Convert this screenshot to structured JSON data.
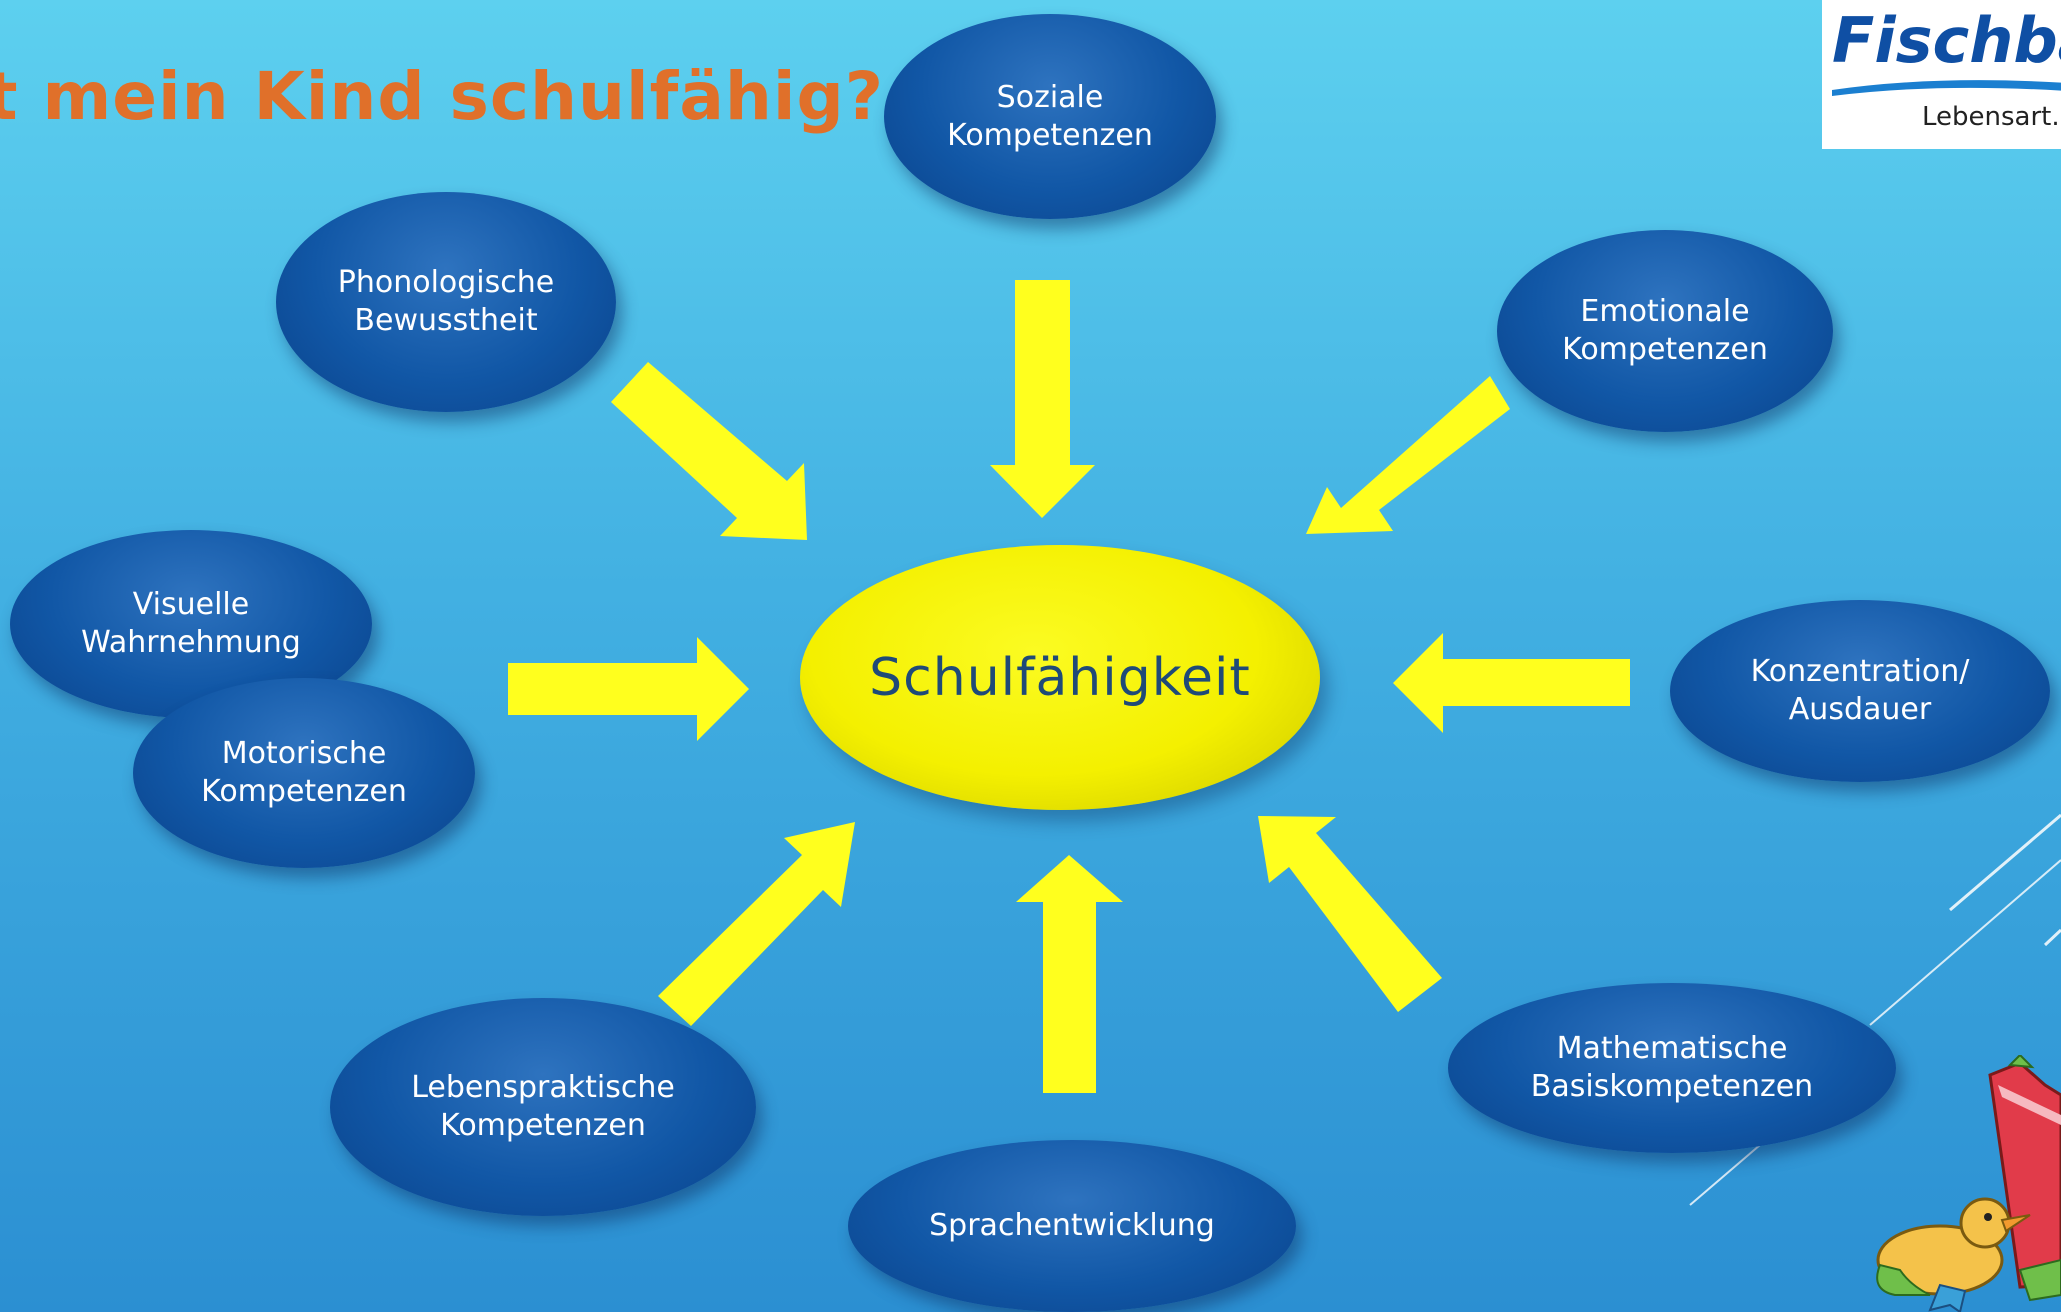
{
  "title": "t mein Kind schulfähig?",
  "center": {
    "label": "Schulfähigkeit"
  },
  "nodes": {
    "soziale": "Soziale\nKompetenzen",
    "phonologische": "Phonologische\nBewusstheit",
    "emotionale": "Emotionale\nKompetenzen",
    "visuelle": "Visuelle\nWahrnehmung",
    "motorische": "Motorische\nKompetenzen",
    "konzentration": "Konzentration/\nAusdauer",
    "lebenspraktische": "Lebenspraktische\nKompetenzen",
    "mathematische": "Mathematische\nBasiskompetenzen",
    "sprachentwicklung": "Sprachentwicklung"
  },
  "logo": {
    "wordmark": "Fischbac",
    "tagline": "Lebensart."
  },
  "colors": {
    "background_top": "#5dd0ef",
    "background_bottom": "#2b8fd2",
    "node_fill": "#1157a6",
    "center_fill": "#f4f000",
    "arrow": "#ffff1e",
    "title": "#e0702a"
  }
}
